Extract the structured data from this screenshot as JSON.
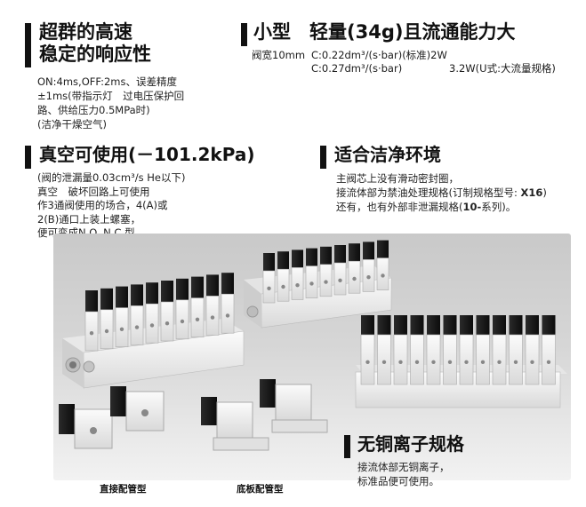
{
  "features": {
    "response": {
      "title_line1": "超群的高速",
      "title_line2": "稳定的响应性",
      "lines": [
        "ON:4ms,OFF:2ms、误差精度",
        "±1ms(带指示灯　过电压保护回",
        "路、供给压力0.5MPa时)",
        "(洁净干燥空气)"
      ]
    },
    "compact": {
      "title": "小型　轻量(34g)且流通能力大",
      "width_label": "阀宽10mm",
      "spec1": "C:0.22dm³/(s·bar)(标准)2W",
      "spec2": "C:0.27dm³/(s·bar)",
      "spec3": "3.2W(U式:大流量规格)"
    },
    "vacuum": {
      "title": "真空可使用(－101.2kPa)",
      "lines": [
        "(阀的泄漏量0.03cm³/s  He以下)",
        "真空　破坏回路上可使用",
        "作3通阀使用的场合，4(A)或",
        "2(B)通口上装上螺塞，",
        "便可变成N.O.,N.C.型。"
      ]
    },
    "clean": {
      "title": "适合洁净环境",
      "line1": "主阀芯上没有滑动密封圈，",
      "line2_a": "接流体部为禁油处理规格(订制规格型号: ",
      "line2_b": "X16",
      "line2_c": ")",
      "line3_a": "还有，也有外部非泄漏规格(",
      "line3_b": "10-",
      "line3_c": "系列)。"
    },
    "copper_free": {
      "title": "无铜离子规格",
      "lines": [
        "接流体部无铜离子，",
        "标准品便可使用。"
      ]
    }
  },
  "captions": {
    "direct": "直接配管型",
    "base": "底板配管型"
  },
  "colors": {
    "bar": "#111111",
    "valve_body": "#f4f4f4",
    "coil": "#151515",
    "background_gray": "#d0d0d0"
  }
}
